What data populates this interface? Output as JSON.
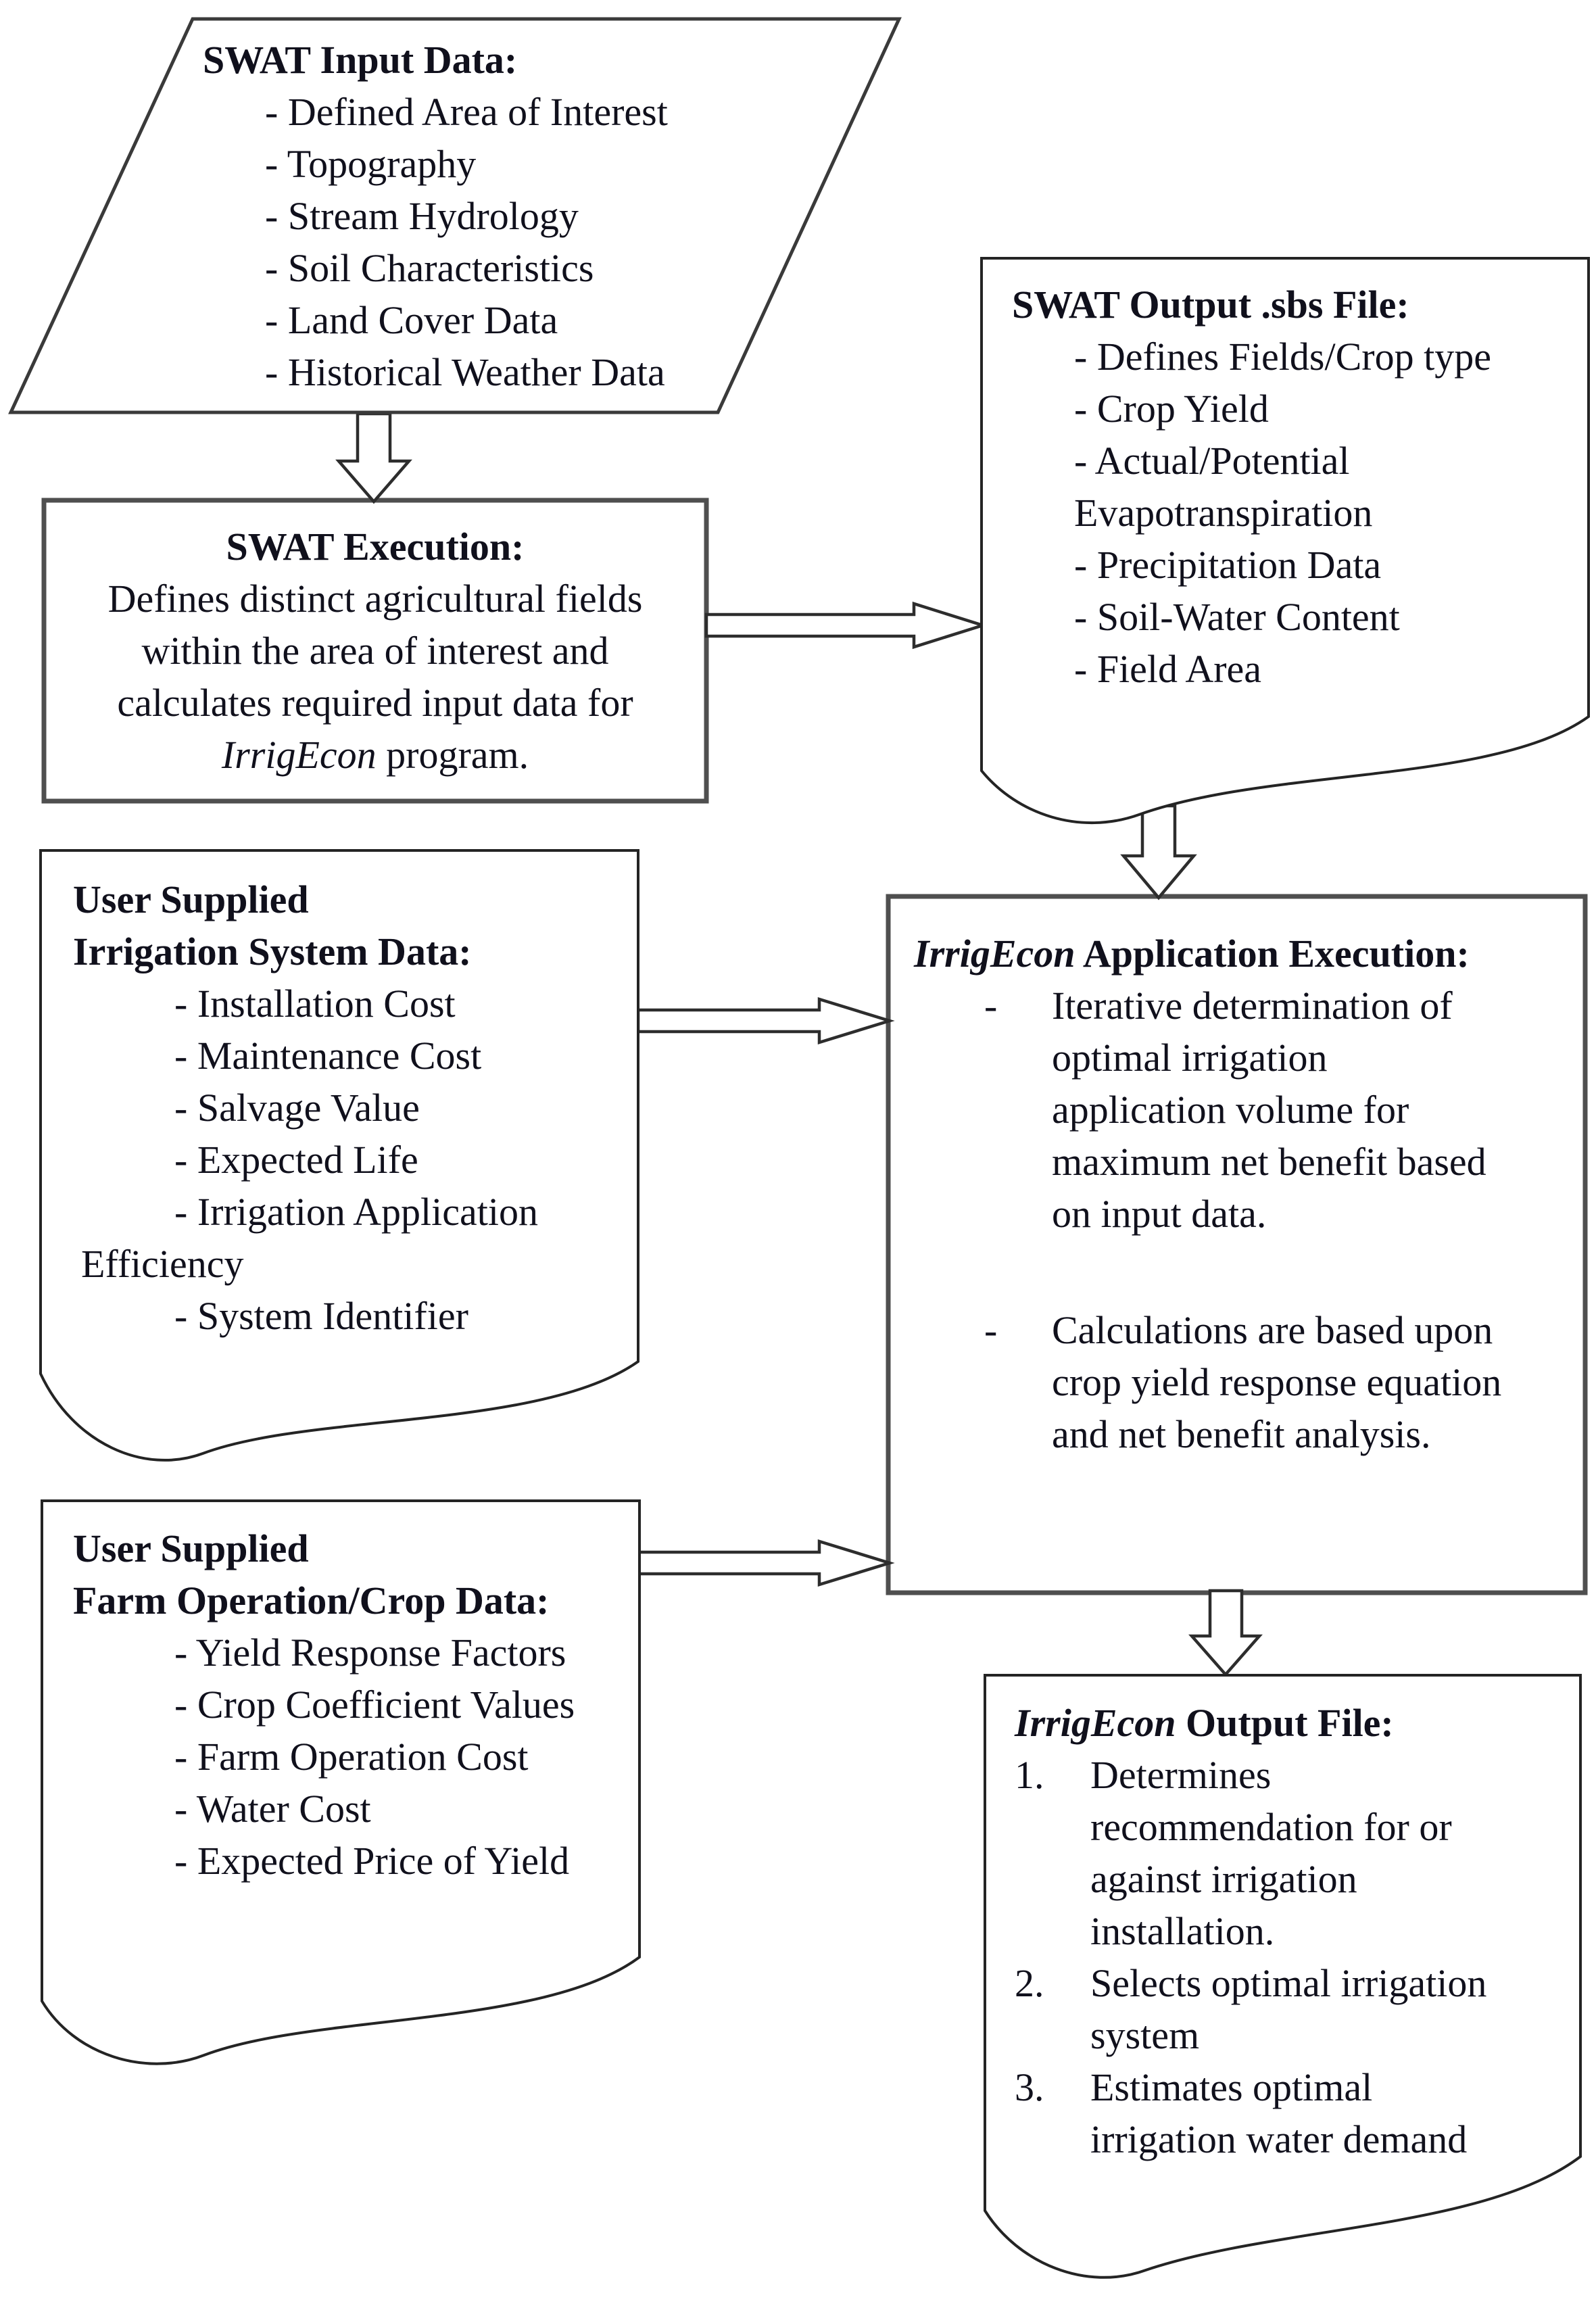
{
  "flow": {
    "swat_input": {
      "title": "SWAT Input Data:",
      "items": [
        "- Defined Area of Interest",
        "- Topography",
        "- Stream Hydrology",
        "- Soil Characteristics",
        "- Land Cover Data",
        "- Historical Weather Data"
      ]
    },
    "swat_execution": {
      "title": "SWAT Execution:",
      "lines": [
        "Defines distinct agricultural fields",
        "within the area of interest and",
        "calculates required input data for"
      ],
      "last_line_italic": "IrrigEcon",
      "last_line_rest": " program."
    },
    "swat_output": {
      "title": "SWAT Output .sbs File:",
      "items": [
        "- Defines Fields/Crop type",
        "- Crop Yield",
        "- Actual/Potential",
        "Evapotranspiration",
        "- Precipitation Data",
        "- Soil-Water Content",
        "- Field Area"
      ]
    },
    "irrigation_data": {
      "title_line1": "User Supplied",
      "title_line2": "Irrigation System Data:",
      "items": [
        "- Installation Cost",
        "- Maintenance Cost",
        "- Salvage Value",
        "- Expected Life",
        "- Irrigation Application",
        "Efficiency",
        "- System Identifier"
      ]
    },
    "irrigecon_execution": {
      "title_italic": "IrrigEcon",
      "title_rest": " Application Execution:",
      "bullets": [
        {
          "dash": "-",
          "lines": [
            "Iterative determination of",
            "optimal irrigation",
            "application volume for",
            "maximum net benefit based",
            "on input data."
          ]
        },
        {
          "dash": "-",
          "lines": [
            "Calculations are based upon",
            "crop yield response equation",
            "and net benefit analysis."
          ]
        }
      ]
    },
    "farm_data": {
      "title_line1": "User Supplied",
      "title_line2": "Farm Operation/Crop Data:",
      "items": [
        "- Yield Response Factors",
        "- Crop Coefficient Values",
        "- Farm Operation Cost",
        "- Water Cost",
        "- Expected Price of Yield"
      ]
    },
    "irrigecon_output": {
      "title_italic": "IrrigEcon",
      "title_rest": " Output File:",
      "items": [
        {
          "num": "1.",
          "lines": [
            "Determines",
            "recommendation for or",
            "against irrigation",
            "installation."
          ]
        },
        {
          "num": "2.",
          "lines": [
            "Selects optimal irrigation",
            "system"
          ]
        },
        {
          "num": "3.",
          "lines": [
            "Estimates optimal",
            "irrigation water demand"
          ]
        }
      ]
    },
    "colors": {
      "background": "#ffffff",
      "text": "#10101c",
      "process_box_border": "#4f4f4f",
      "shape_stroke": "#242424",
      "arrow_stroke": "#2d2d2d"
    }
  }
}
